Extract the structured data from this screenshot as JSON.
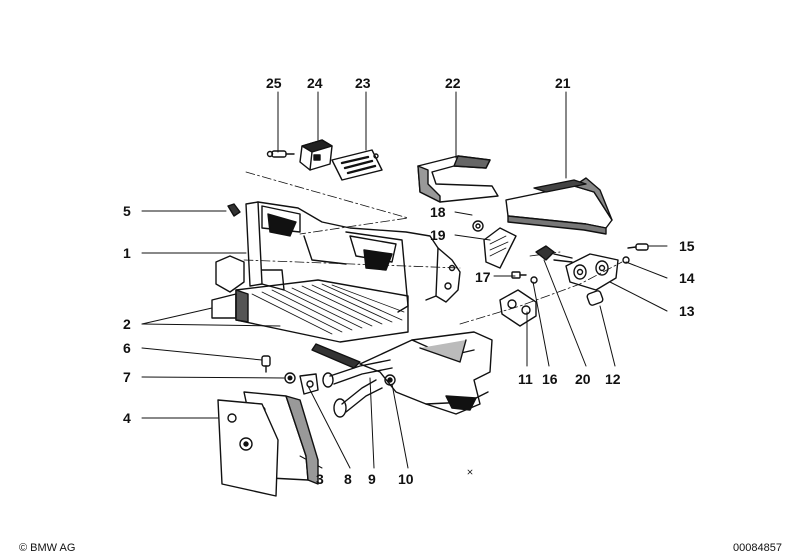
{
  "diagram": {
    "callouts": [
      {
        "id": "25",
        "label": "25"
      },
      {
        "id": "24",
        "label": "24"
      },
      {
        "id": "23",
        "label": "23"
      },
      {
        "id": "22",
        "label": "22"
      },
      {
        "id": "21",
        "label": "21"
      },
      {
        "id": "5",
        "label": "5"
      },
      {
        "id": "1",
        "label": "1"
      },
      {
        "id": "18",
        "label": "18"
      },
      {
        "id": "19",
        "label": "19"
      },
      {
        "id": "15",
        "label": "15"
      },
      {
        "id": "14",
        "label": "14"
      },
      {
        "id": "17",
        "label": "17"
      },
      {
        "id": "13",
        "label": "13"
      },
      {
        "id": "2",
        "label": "2"
      },
      {
        "id": "6",
        "label": "6"
      },
      {
        "id": "7",
        "label": "7"
      },
      {
        "id": "4",
        "label": "4"
      },
      {
        "id": "11",
        "label": "11"
      },
      {
        "id": "16",
        "label": "16"
      },
      {
        "id": "20",
        "label": "20"
      },
      {
        "id": "12",
        "label": "12"
      },
      {
        "id": "3",
        "label": "3"
      },
      {
        "id": "8",
        "label": "8"
      },
      {
        "id": "9",
        "label": "9"
      },
      {
        "id": "10",
        "label": "10"
      }
    ],
    "copyright": "© BMW AG",
    "image_number": "00084857",
    "ink_color": "#111111",
    "background_color": "#ffffff"
  }
}
